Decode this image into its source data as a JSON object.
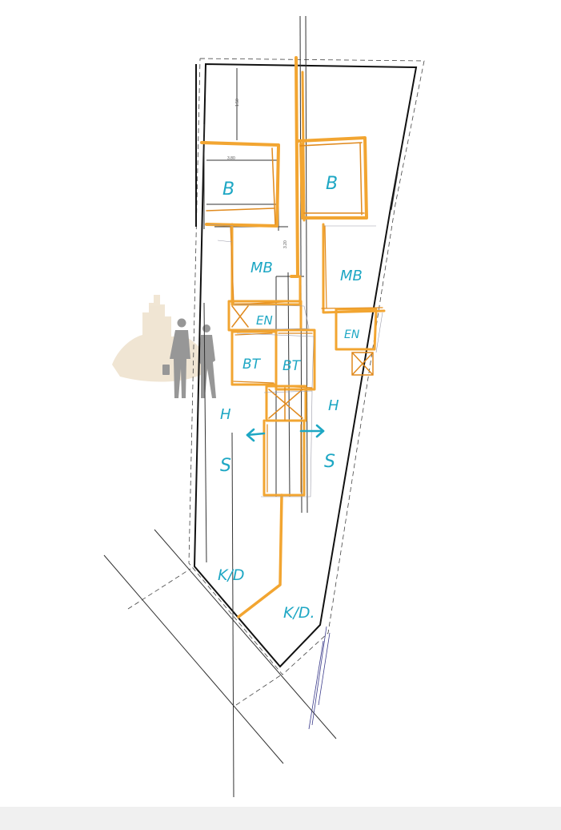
{
  "plan": {
    "dimension_labels": [
      "1.50",
      "3.80",
      "3.20"
    ],
    "room_labels": {
      "bedroom_left": "B",
      "bedroom_right": "B",
      "bathroom_left": "MB",
      "bathroom_right": "MB",
      "ensuite_left": "EN",
      "ensuite_right": "EN",
      "bath_toilet_left": "BT",
      "bath_toilet_right": "BT",
      "hall_left": "H",
      "hall_right": "H",
      "stairs_left": "S",
      "stairs_right": "S",
      "kitchen_dining_left": "K/D",
      "kitchen_dining_right": "K/D."
    },
    "colors": {
      "marker_orange": "#f2a531",
      "marker_blue": "#1ea7c4",
      "wall_ink": "#111111",
      "figure_grey": "#8c8c8c",
      "skyline_beige": "#efe3cf"
    }
  }
}
